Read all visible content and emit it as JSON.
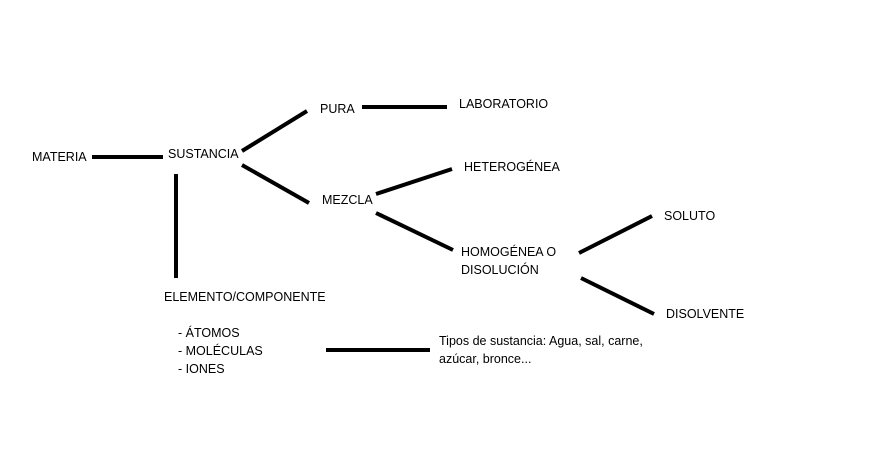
{
  "nodes": {
    "materia": "MATERIA",
    "sustancia": "SUSTANCIA",
    "pura": "PURA",
    "laboratorio": "LABORATORIO",
    "mezcla": "MEZCLA",
    "heterogenea": "HETEROGÉNEA",
    "homogenea_line1": "HOMOGÉNEA O",
    "homogenea_line2": "DISOLUCIÓN",
    "soluto": "SOLUTO",
    "disolvente": "DISOLVENTE",
    "elemento": "ELEMENTO/COMPONENTE",
    "tipos_line1": "Tipos de sustancia: Agua, sal, carne,",
    "tipos_line2": "azúcar, bronce..."
  },
  "elemento_items": [
    "- ÁTOMOS",
    "- MOLÉCULAS",
    "- IONES"
  ],
  "colors": {
    "background": "#ffffff",
    "ink": "#000000"
  }
}
